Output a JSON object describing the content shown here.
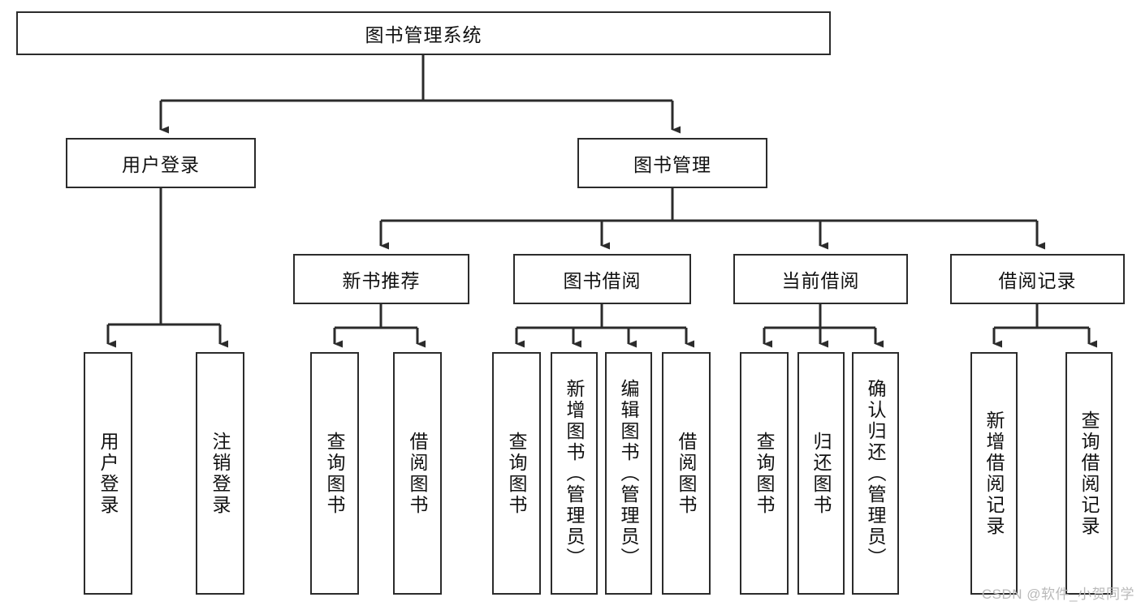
{
  "diagram": {
    "title": "图书管理系统",
    "type": "hierarchy-tree",
    "colors": {
      "border": "#2b2b2b",
      "background": "#ffffff",
      "text": "#111111",
      "watermark": "#b9b9b9"
    },
    "root": {
      "label": "图书管理系统"
    },
    "level2": [
      {
        "label": "用户登录"
      },
      {
        "label": "图书管理"
      }
    ],
    "level3": [
      {
        "label": "新书推荐"
      },
      {
        "label": "图书借阅"
      },
      {
        "label": "当前借阅"
      },
      {
        "label": "借阅记录"
      }
    ],
    "leaves": {
      "user_login": [
        {
          "label": "用户登录"
        },
        {
          "label": "注销登录"
        }
      ],
      "new_book_recommend": [
        {
          "label": "查询图书"
        },
        {
          "label": "借阅图书"
        }
      ],
      "book_borrow": [
        {
          "label": "查询图书"
        },
        {
          "label": "新增图书（管理员）"
        },
        {
          "label": "编辑图书（管理员）"
        },
        {
          "label": "借阅图书"
        }
      ],
      "current_borrow": [
        {
          "label": "查询图书"
        },
        {
          "label": "归还图书"
        },
        {
          "label": "确认归还（管理员）"
        }
      ],
      "borrow_record": [
        {
          "label": "新增借阅记录"
        },
        {
          "label": "查询借阅记录"
        }
      ]
    }
  },
  "watermark": {
    "text": "CSDN @软件_小贺同学"
  }
}
